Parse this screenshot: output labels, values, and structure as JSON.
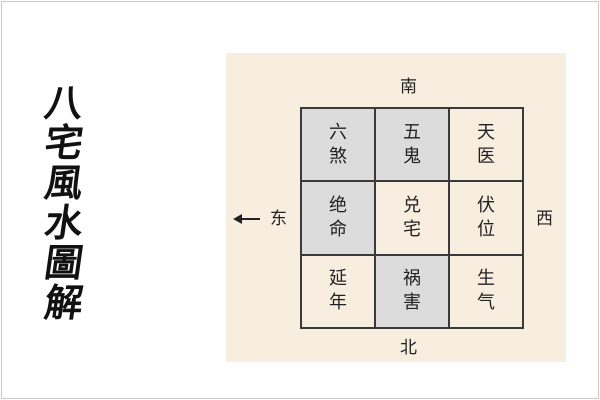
{
  "title_calligraphy": [
    "八",
    "宅",
    "風",
    "水",
    "圖",
    "解"
  ],
  "directions": {
    "south": "南",
    "north": "北",
    "west": "西",
    "east": "东"
  },
  "grid": [
    {
      "line1": "六",
      "line2": "煞",
      "shade": "gray"
    },
    {
      "line1": "五",
      "line2": "鬼",
      "shade": "gray"
    },
    {
      "line1": "天",
      "line2": "医",
      "shade": "light"
    },
    {
      "line1": "绝",
      "line2": "命",
      "shade": "gray"
    },
    {
      "line1": "兑",
      "line2": "宅",
      "shade": "light"
    },
    {
      "line1": "伏",
      "line2": "位",
      "shade": "light"
    },
    {
      "line1": "延",
      "line2": "年",
      "shade": "light"
    },
    {
      "line1": "祸",
      "line2": "害",
      "shade": "gray"
    },
    {
      "line1": "生",
      "line2": "气",
      "shade": "light"
    }
  ],
  "colors": {
    "panel_background": "#f8eee0",
    "shaded_cell": "#dcdcdc",
    "grid_line": "#3a3a3a"
  },
  "icons": {
    "east_arrow": "left-arrow-icon"
  }
}
